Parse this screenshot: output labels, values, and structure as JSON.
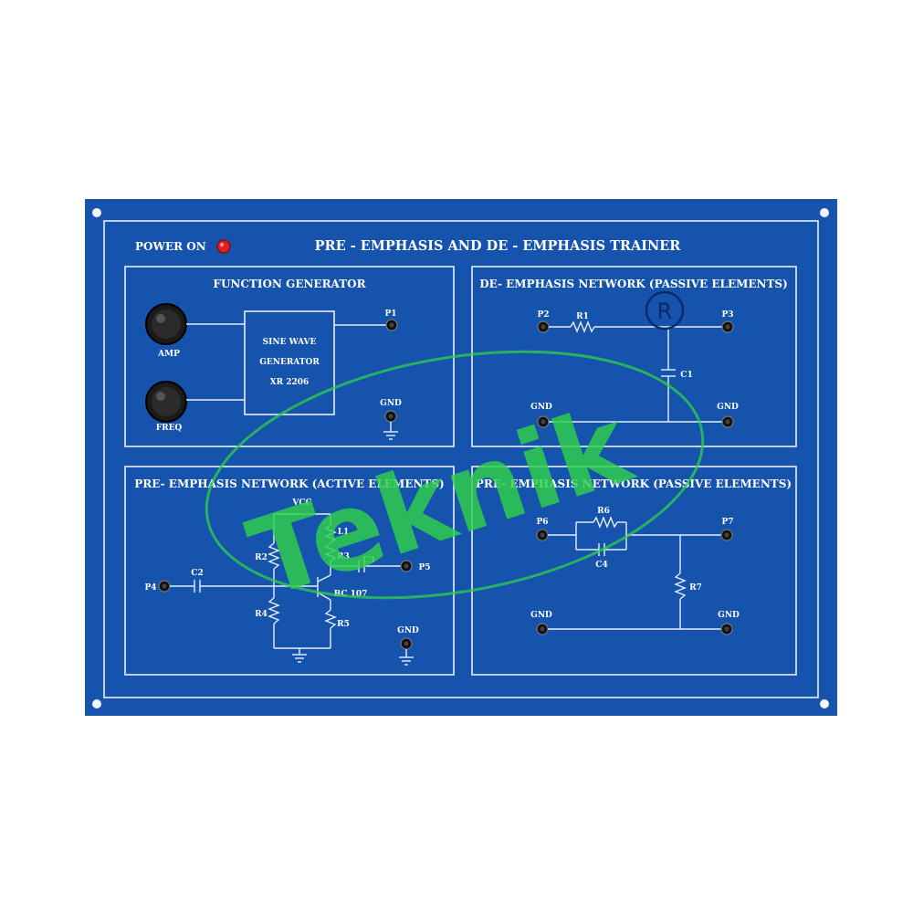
{
  "panel": {
    "power_label": "POWER ON",
    "title": "PRE - EMPHASIS  AND  DE - EMPHASIS TRAINER",
    "colors": {
      "board": "#1553ad",
      "line": "#e8eef8",
      "led": "#e02020",
      "watermark": "#2fd04a"
    }
  },
  "function_generator": {
    "title": "FUNCTION GENERATOR",
    "knobs": [
      {
        "label": "AMP"
      },
      {
        "label": "FREQ"
      }
    ],
    "block_lines": [
      "SINE WAVE",
      "GENERATOR",
      "XR 2206"
    ],
    "output_label": "P1",
    "gnd_label": "GND"
  },
  "de_emphasis": {
    "title": "DE- EMPHASIS NETWORK (PASSIVE ELEMENTS)",
    "in_label": "P2",
    "out_label": "P3",
    "r_label": "R1",
    "c_label": "C1",
    "gnd_left": "GND",
    "gnd_right": "GND"
  },
  "pre_active": {
    "title": "PRE- EMPHASIS NETWORK (ACTIVE ELEMENTS)",
    "vcc": "VCC",
    "in_label": "P4",
    "out_label": "P5",
    "c2": "C2",
    "c3": "C3",
    "r2": "R2",
    "r4": "R4",
    "l1": "L1",
    "r3": "R3",
    "r5": "R5",
    "transistor": "BC 107",
    "gnd_label": "GND"
  },
  "pre_passive": {
    "title": "PRE- EMPHASIS NETWORK (PASSIVE ELEMENTS)",
    "in_label": "P6",
    "out_label": "P7",
    "r6": "R6",
    "c4": "C4",
    "r7": "R7",
    "gnd_left": "GND",
    "gnd_right": "GND"
  },
  "watermark": {
    "text": "Teknik",
    "registered": "R"
  }
}
